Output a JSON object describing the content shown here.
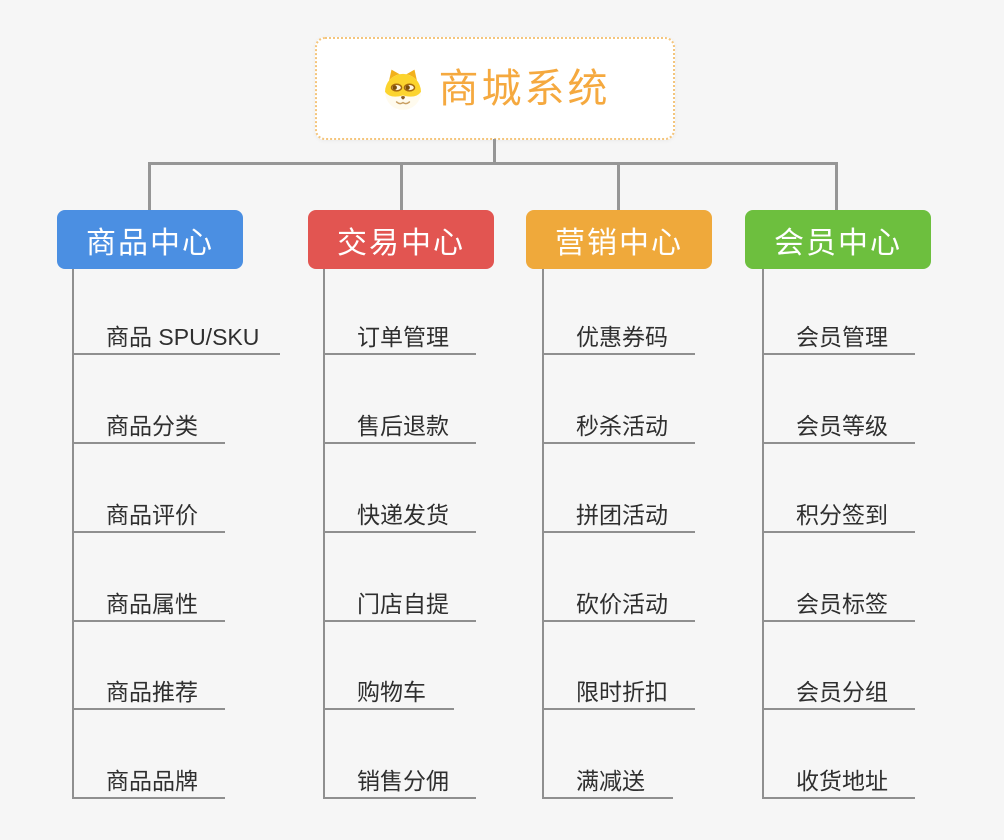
{
  "root": {
    "title": "商城系统",
    "icon": "doge-icon"
  },
  "branches": [
    {
      "label": "商品中心",
      "color": "#4b8fe2",
      "items": [
        "商品 SPU/SKU",
        "商品分类",
        "商品评价",
        "商品属性",
        "商品推荐",
        "商品品牌"
      ]
    },
    {
      "label": "交易中心",
      "color": "#e25551",
      "items": [
        "订单管理",
        "售后退款",
        "快递发货",
        "门店自提",
        "购物车",
        "销售分佣"
      ]
    },
    {
      "label": "营销中心",
      "color": "#efa93b",
      "items": [
        "优惠券码",
        "秒杀活动",
        "拼团活动",
        "砍价活动",
        "限时折扣",
        "满减送"
      ]
    },
    {
      "label": "会员中心",
      "color": "#6dbf3e",
      "items": [
        "会员管理",
        "会员等级",
        "积分签到",
        "会员标签",
        "会员分组",
        "收货地址"
      ]
    }
  ],
  "style": {
    "background": "#f6f6f6",
    "connector_color": "#969696",
    "branch_line_color": "#8f8f8f",
    "root_border_color": "#f4c57c",
    "root_title_color": "#f5a93f",
    "leaf_text_color": "#2f2f2f"
  }
}
